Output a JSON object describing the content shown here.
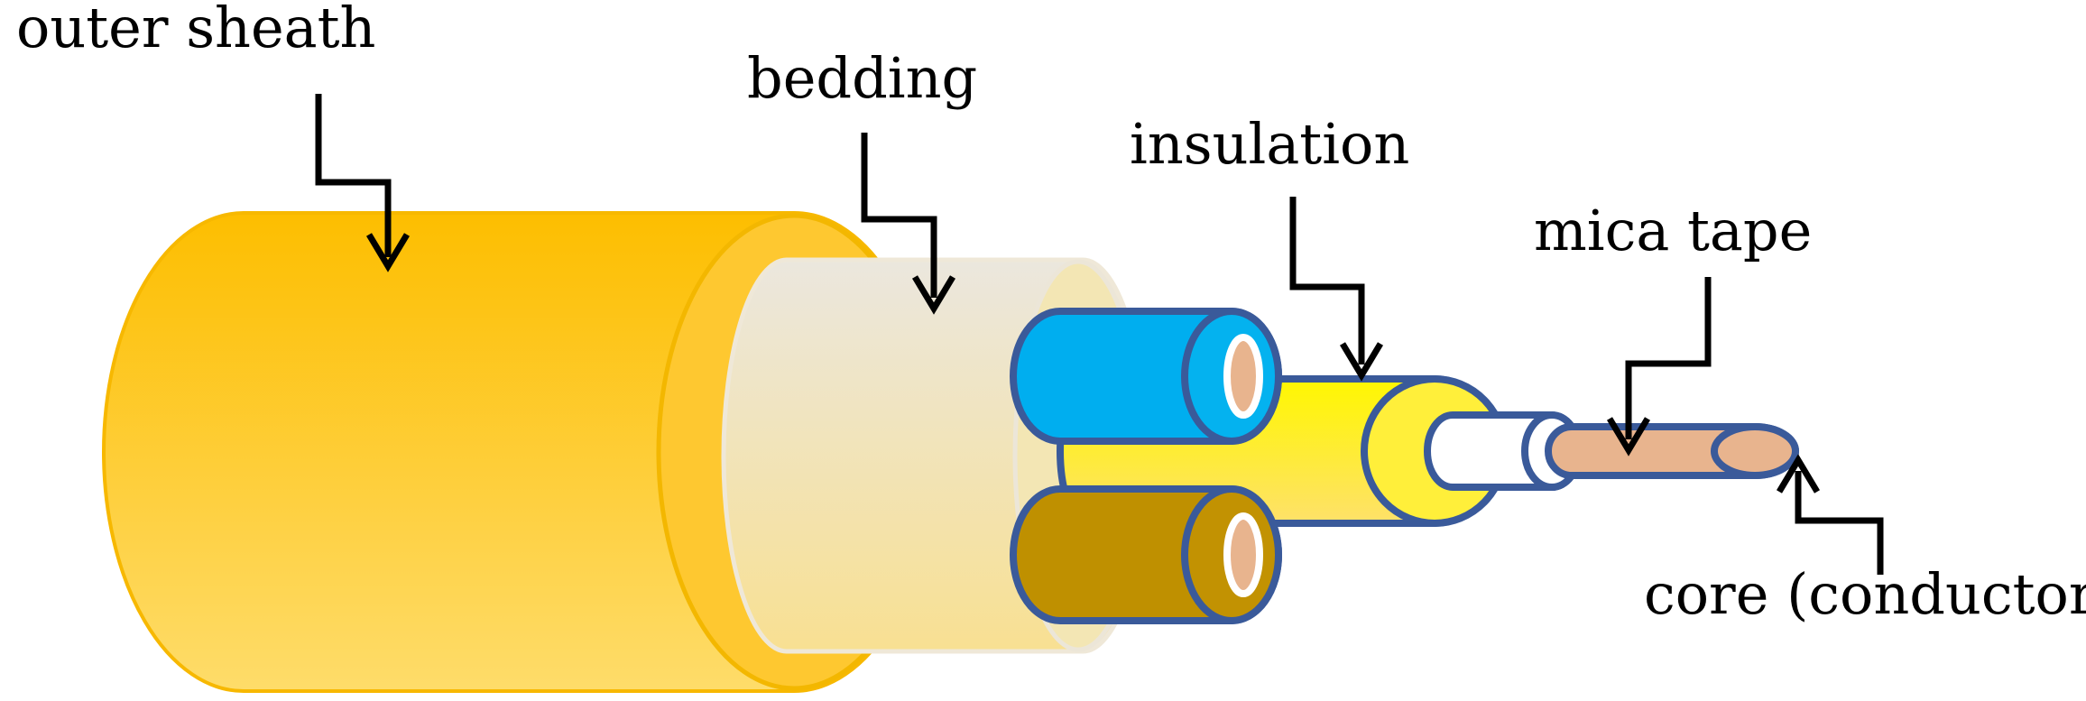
{
  "labels": {
    "outer_sheath": "outer sheath",
    "bedding": "bedding",
    "insulation": "insulation",
    "mica_tape": "mica tape",
    "core": "core (conductor)"
  },
  "colors": {
    "outer_sheath": "#fdbf0e",
    "bedding": "#ede6d6",
    "blue_core": "#00aeef",
    "brown_core": "#bf9000",
    "yellow_core": "#ffef1a",
    "mica_tape": "#ffffff",
    "conductor": "#e8b48e",
    "outline": "#3a5a9a",
    "arrow": "#000000"
  }
}
